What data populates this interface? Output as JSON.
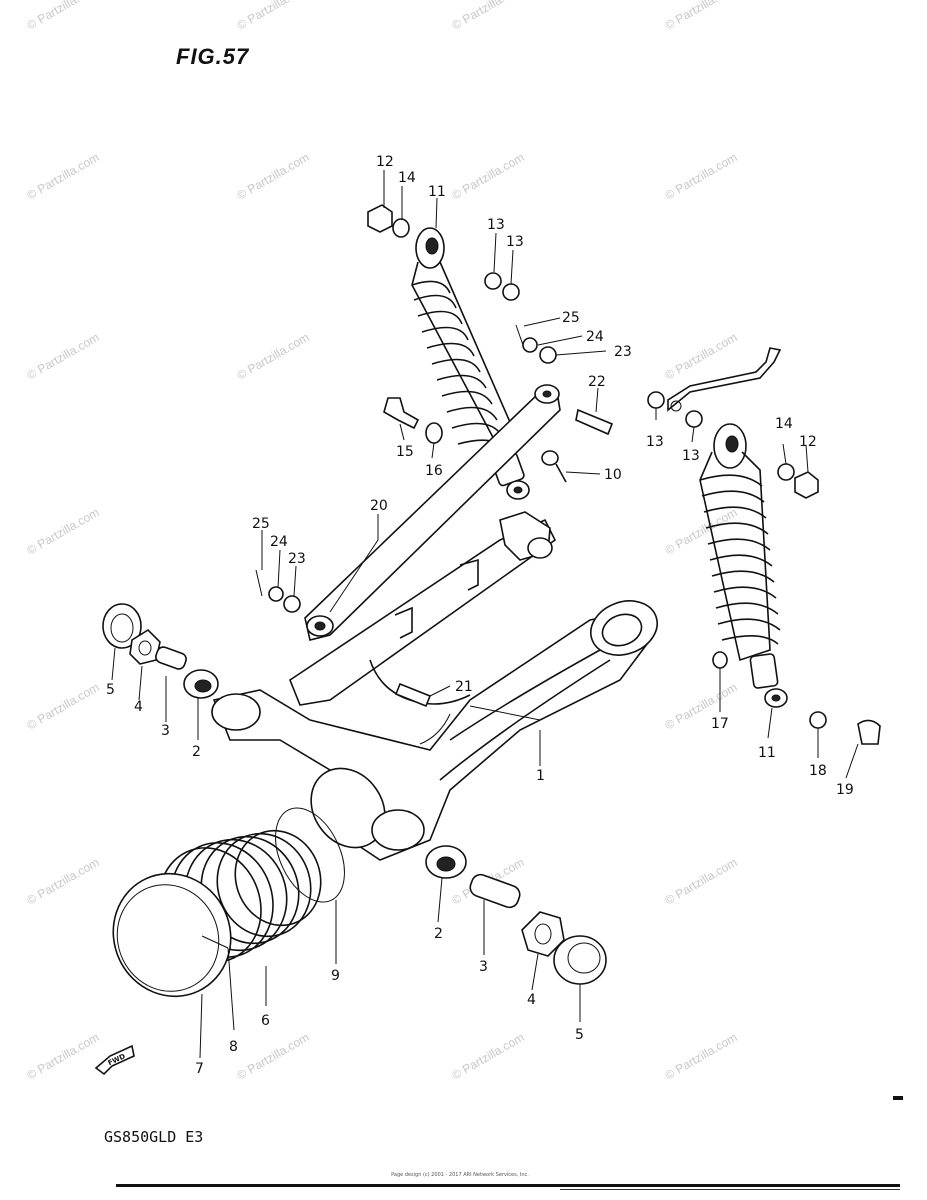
{
  "figure_title": "FIG.57",
  "model_code": "GS850GLD E3",
  "watermark_text": "© Partzilla.com",
  "fwd_label": "FWD",
  "footer_text": "Page design (c) 2001 - 2017 ARI Network Services, Inc.",
  "callouts": {
    "c1": "1",
    "c2a": "2",
    "c2b": "2",
    "c3a": "3",
    "c3b": "3",
    "c4a": "4",
    "c4b": "4",
    "c5a": "5",
    "c5b": "5",
    "c6": "6",
    "c7": "7",
    "c8": "8",
    "c9": "9",
    "c10": "10",
    "c11a": "11",
    "c11b": "11",
    "c12a": "12",
    "c12b": "12",
    "c13a": "13",
    "c13b": "13",
    "c13c": "13",
    "c13d": "13",
    "c14a": "14",
    "c14b": "14",
    "c15": "15",
    "c16": "16",
    "c17": "17",
    "c18": "18",
    "c19": "19",
    "c20": "20",
    "c21": "21",
    "c22": "22",
    "c23a": "23",
    "c23b": "23",
    "c24a": "24",
    "c24b": "24",
    "c25a": "25",
    "c25b": "25"
  }
}
